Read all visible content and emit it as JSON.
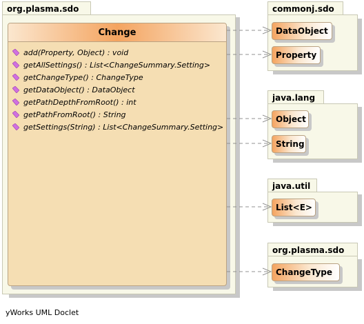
{
  "main_package": {
    "name": "org.plasma.sdo",
    "class": {
      "name": "Change",
      "methods": [
        "add(Property, Object) : void",
        "getAllSettings() : List<ChangeSummary.Setting>",
        "getChangeType() : ChangeType",
        "getDataObject() : DataObject",
        "getPathDepthFromRoot() : int",
        "getPathFromRoot() : String",
        "getSettings(String) : List<ChangeSummary.Setting>"
      ]
    }
  },
  "packages": [
    {
      "name": "commonj.sdo",
      "classes": [
        "DataObject",
        "Property"
      ]
    },
    {
      "name": "java.lang",
      "classes": [
        "Object",
        "String"
      ]
    },
    {
      "name": "java.util",
      "classes": [
        "List<E>"
      ]
    },
    {
      "name": "org.plasma.sdo",
      "classes": [
        "ChangeType"
      ]
    }
  ],
  "footer": "yWorks UML Doclet",
  "colors": {
    "package_fill": "#f8f8e8",
    "class_fill": "#f5deb3",
    "header_accent": "#f4a460",
    "method_icon": "#d070e0",
    "edge": "#909090"
  },
  "icons": {
    "method": "method-diamond-icon"
  }
}
